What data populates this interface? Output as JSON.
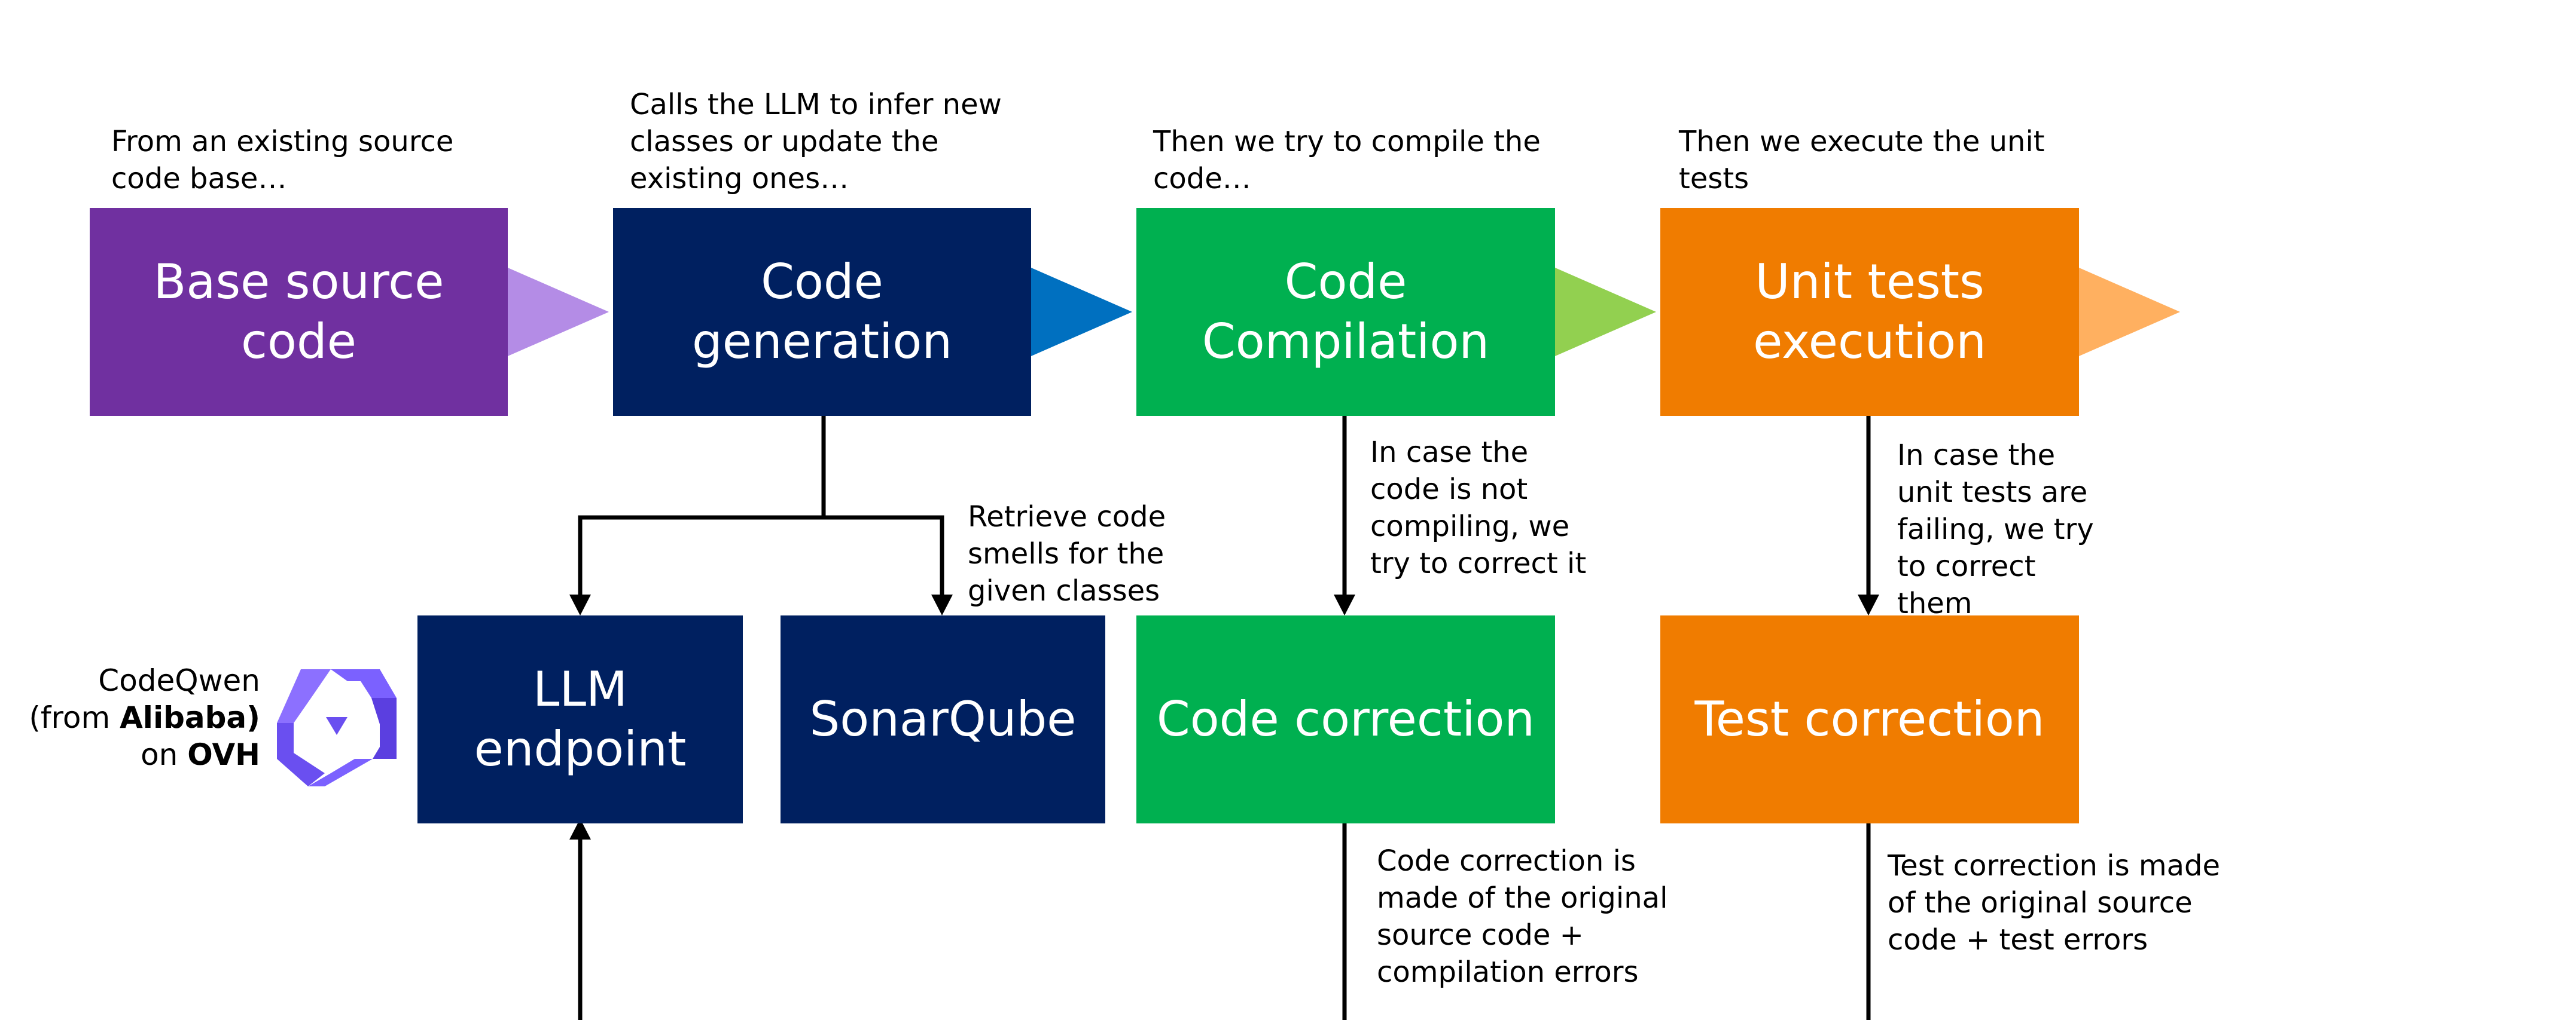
{
  "colors": {
    "base": "#7030a0",
    "generation": "#002060",
    "compilation": "#00b050",
    "tests": "#f07c00",
    "arrow_base": "#b48ce6",
    "arrow_generation": "#0070c0",
    "arrow_compilation": "#92d050",
    "arrow_tests": "#ffb060"
  },
  "boxes": {
    "base_source": "Base source\ncode",
    "code_generation": "Code generation",
    "code_compilation": "Code\nCompilation",
    "unit_tests": "Unit tests\nexecution",
    "llm_endpoint": "LLM\nendpoint",
    "sonarqube": "SonarQube",
    "code_correction": "Code correction",
    "test_correction": "Test correction"
  },
  "notes": {
    "base": "From an existing source\ncode base…",
    "generation": "Calls the LLM to infer new\nclasses or update the\nexisting ones…",
    "compilation": "Then we try to compile the\ncode…",
    "tests": "Then we execute the unit\ntests",
    "sonar": "Retrieve code\nsmells for the\ngiven classes",
    "compile_fail": "In case the\ncode is not\ncompiling, we\ntry to correct it",
    "tests_fail": "In case the\nunit tests are\nfailing, we try\nto correct\nthem",
    "code_correction_detail": "Code correction is\nmade of the original\nsource code +\ncompilation errors",
    "test_correction_detail": "Test correction is made\nof the original source\ncode + test errors"
  },
  "provider": {
    "line1": "CodeQwen",
    "line2_prefix": "(from ",
    "line2_bold": "Alibaba)",
    "line3_prefix": "on ",
    "line3_bold": "OVH",
    "logo": "qwen-logo-icon"
  }
}
